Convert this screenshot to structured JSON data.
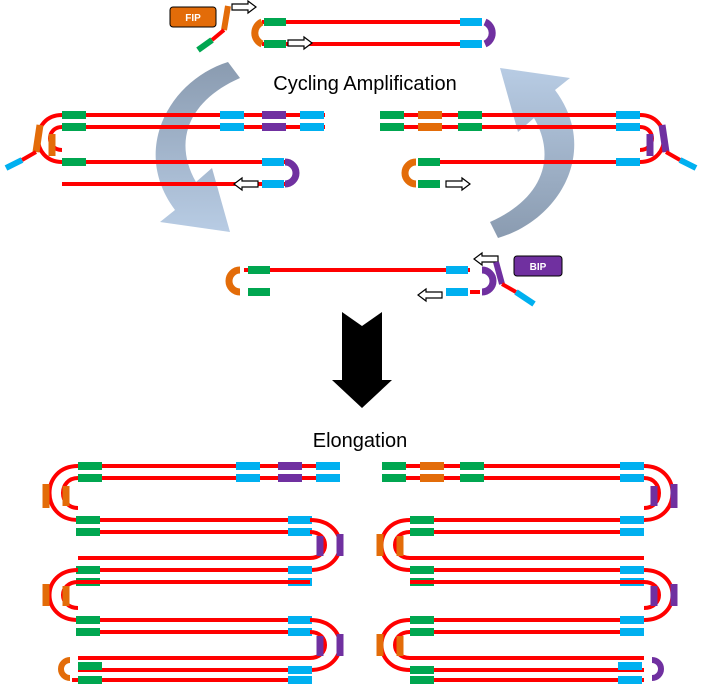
{
  "labels": {
    "cycling": "Cycling Amplification",
    "elongation": "Elongation",
    "fip": "FIP",
    "bip": "BIP"
  },
  "colors": {
    "strand": "#ff0000",
    "green": "#00a650",
    "blue": "#00b0f0",
    "purple": "#7030a0",
    "orange": "#e36c09",
    "arrow_big": "#000000",
    "cycle_arrow": "#8eaadb"
  }
}
